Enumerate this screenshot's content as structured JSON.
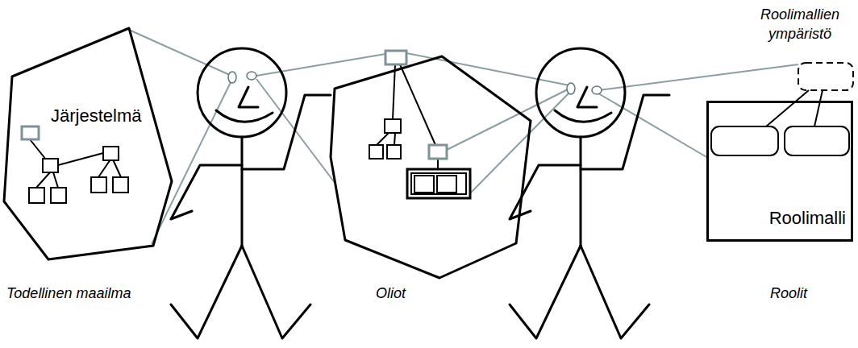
{
  "diagram": {
    "nodes": [
      {
        "text": [
          "Järjestelmä"
        ]
      },
      {
        "text": [
          "Roolimalli"
        ]
      }
    ],
    "labels": [
      "Todellinen maailma",
      "Oliot",
      "Roolit",
      "Roolimallien ympäristö"
    ]
  }
}
